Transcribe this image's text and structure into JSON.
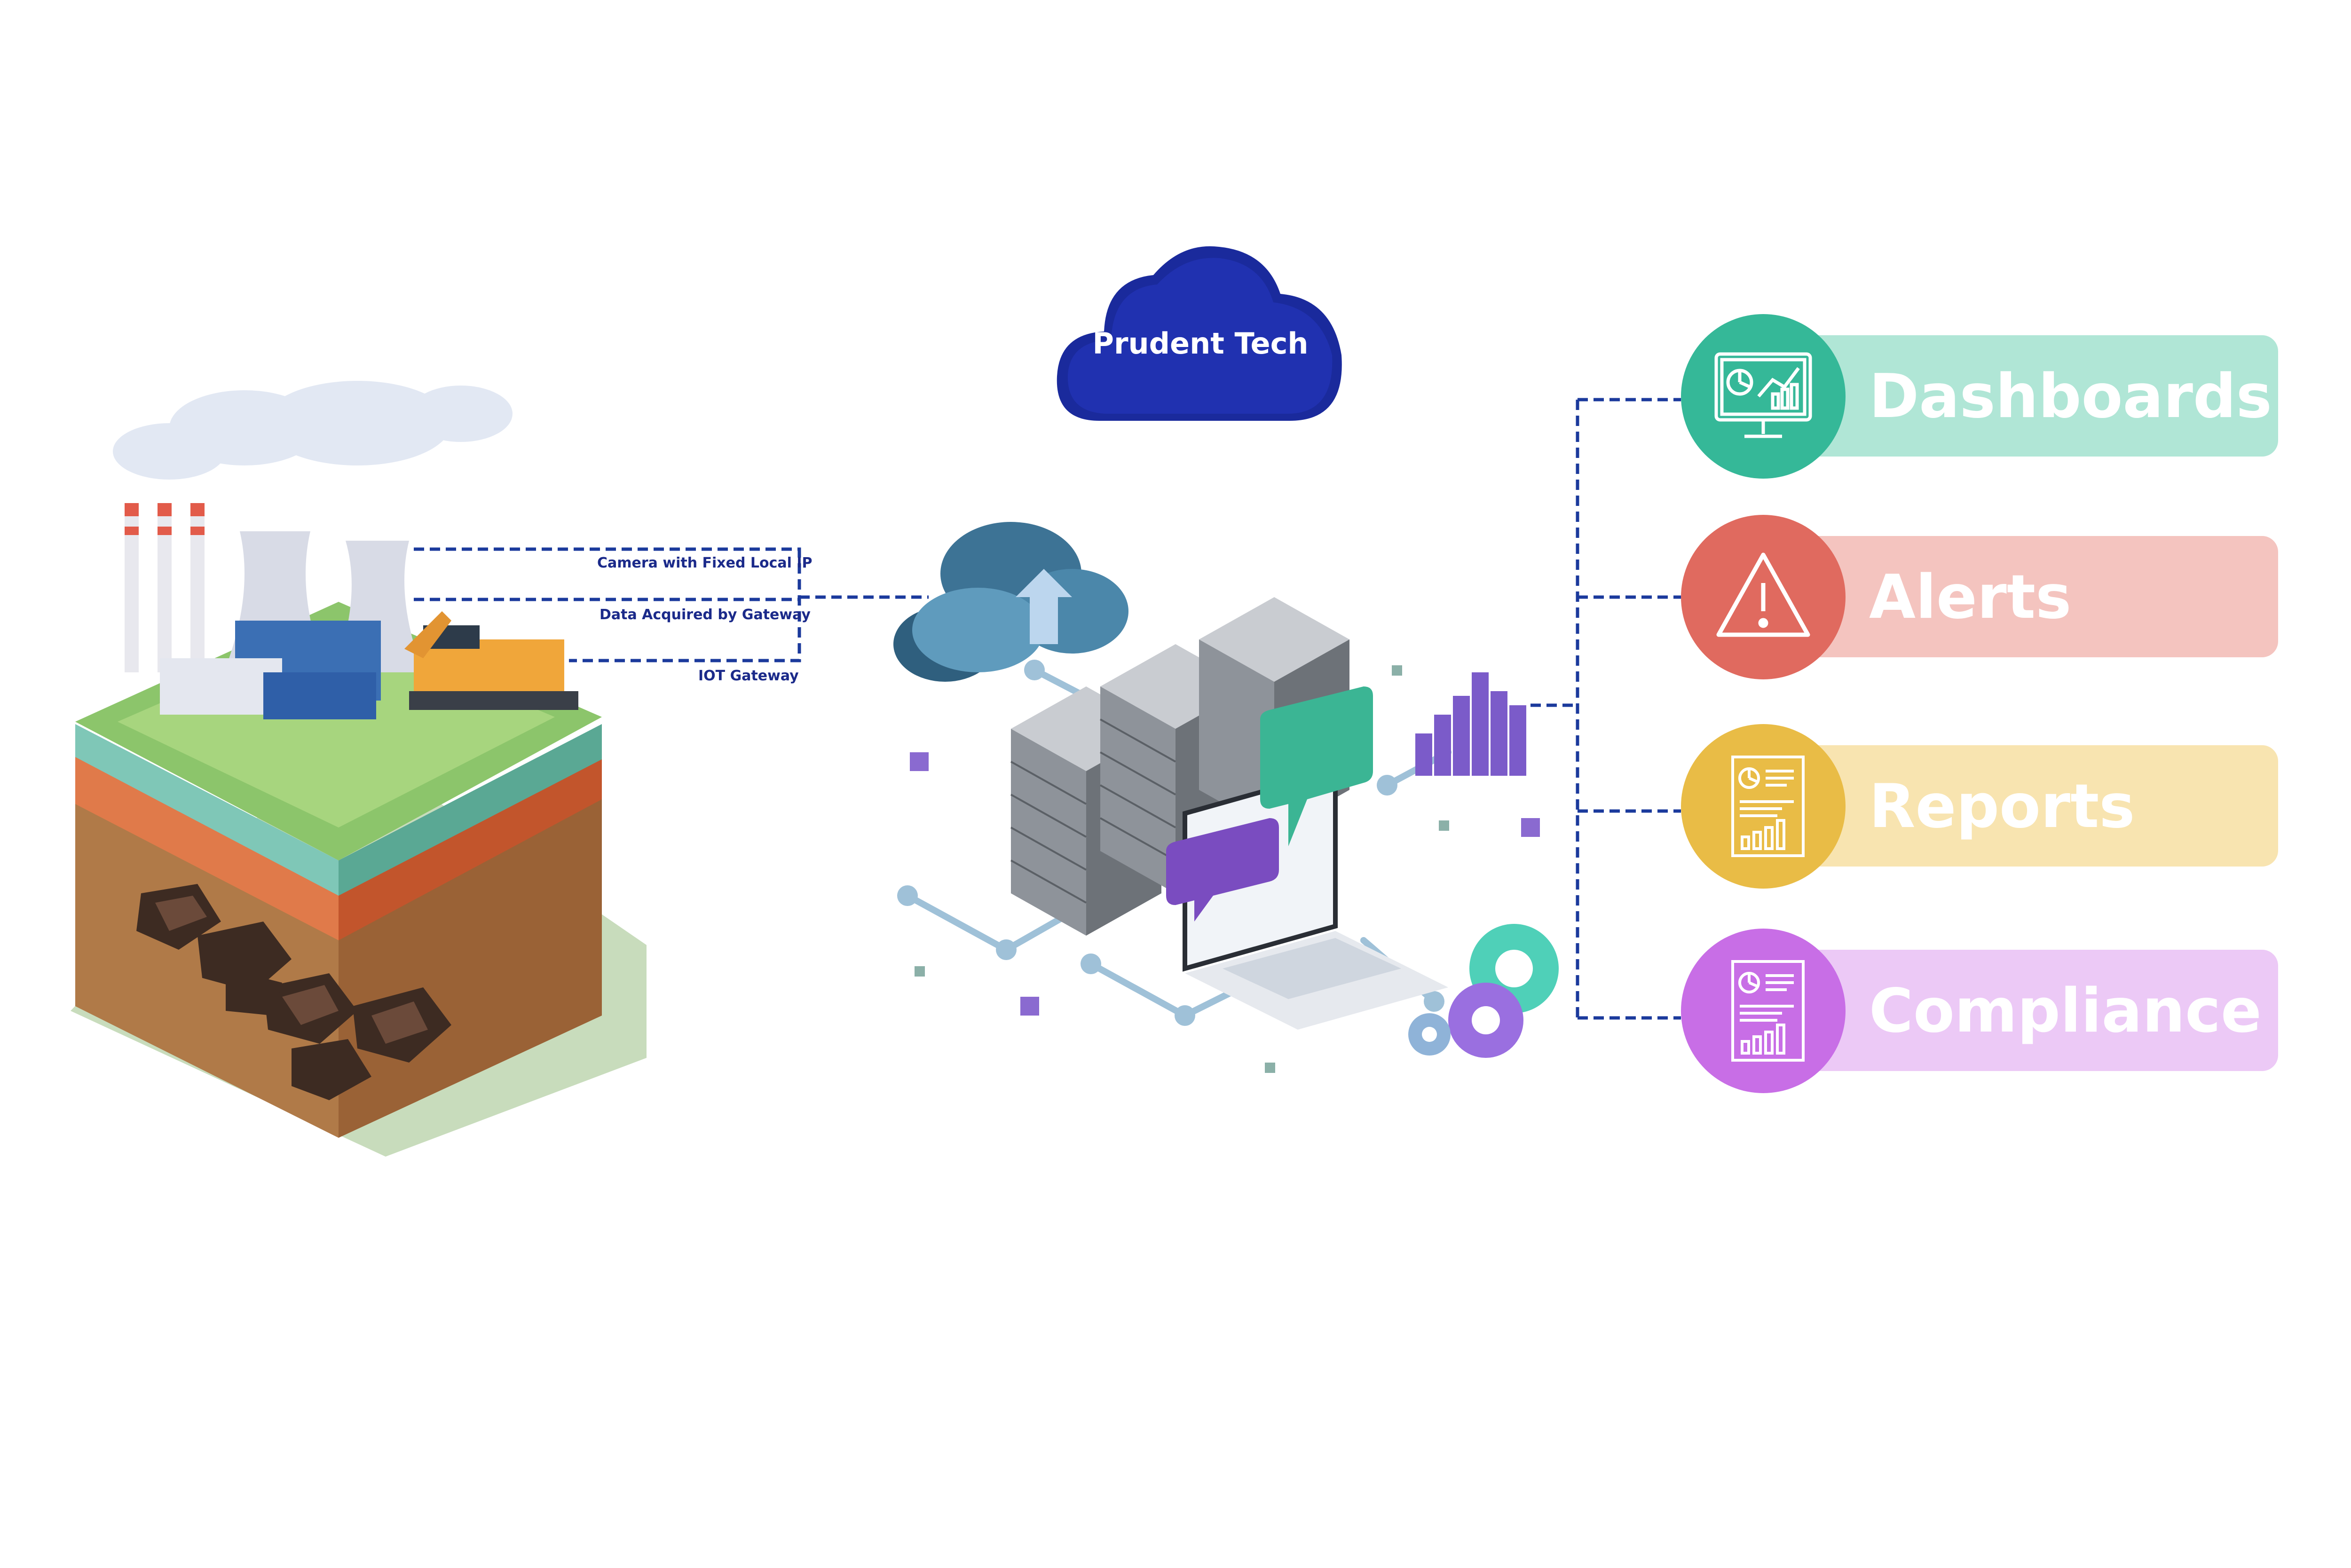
{
  "cloud": {
    "title": "Prudent Tech",
    "color": "#1a2a9c"
  },
  "gateway": {
    "labels": [
      "Camera with Fixed Local IP",
      "Data Acquired by Gateway",
      "IOT Gateway"
    ],
    "line_color": "#1b3a9c"
  },
  "outputs": [
    {
      "label": "Dashboards",
      "icon": "dashboard-monitor-icon",
      "circle_color": "#35b898",
      "pill_color": "#b0e6d6"
    },
    {
      "label": "Alerts",
      "icon": "warning-triangle-icon",
      "circle_color": "#e06a5f",
      "pill_color": "#f4c4bf"
    },
    {
      "label": "Reports",
      "icon": "report-document-icon",
      "circle_color": "#e9bc46",
      "pill_color": "#f8e4b0"
    },
    {
      "label": "Compliance",
      "icon": "compliance-document-icon",
      "circle_color": "#c86ee6",
      "pill_color": "#ecc9f6"
    }
  ]
}
